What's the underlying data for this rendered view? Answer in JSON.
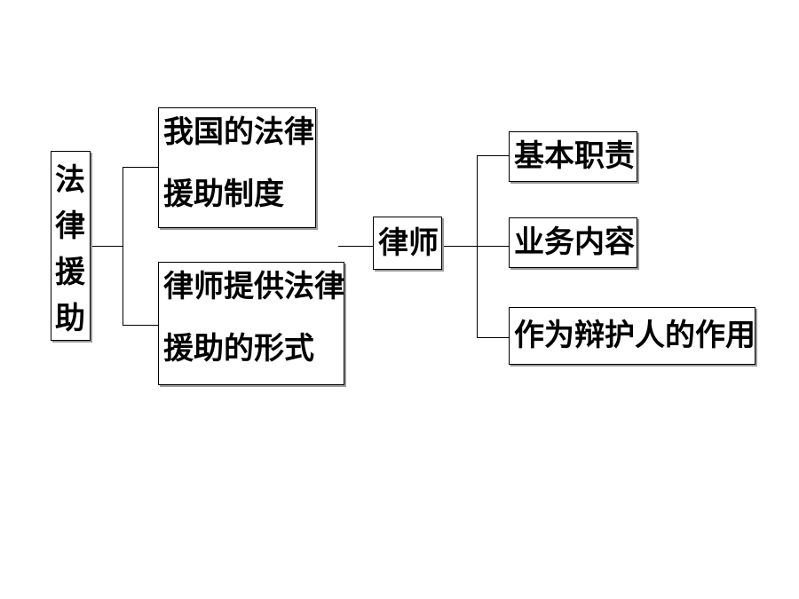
{
  "diagram": {
    "root": "法律援助",
    "system": {
      "line1": "我国的法律",
      "line2": "援助制度"
    },
    "forms": {
      "line1": "律师提供法律",
      "line2": "援助的形式"
    },
    "lawyer": "律师",
    "duty": "基本职责",
    "business": "业务内容",
    "role": "作为辩护人的作用"
  }
}
